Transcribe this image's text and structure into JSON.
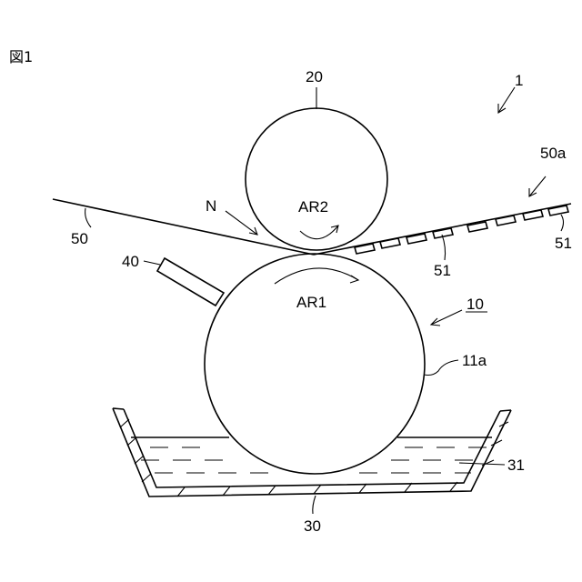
{
  "figure": {
    "title": "図1",
    "labels": {
      "device": "1",
      "roller_top": "20",
      "nip": "N",
      "rotation_top": "AR2",
      "belt_left": "50",
      "belt_right": "50a",
      "protrusion_mid": "51",
      "protrusion_right": "51",
      "blade": "40",
      "rotation_main": "AR1",
      "unit": "10",
      "roller_surface": "11a",
      "liquid": "31",
      "tank": "30"
    }
  }
}
